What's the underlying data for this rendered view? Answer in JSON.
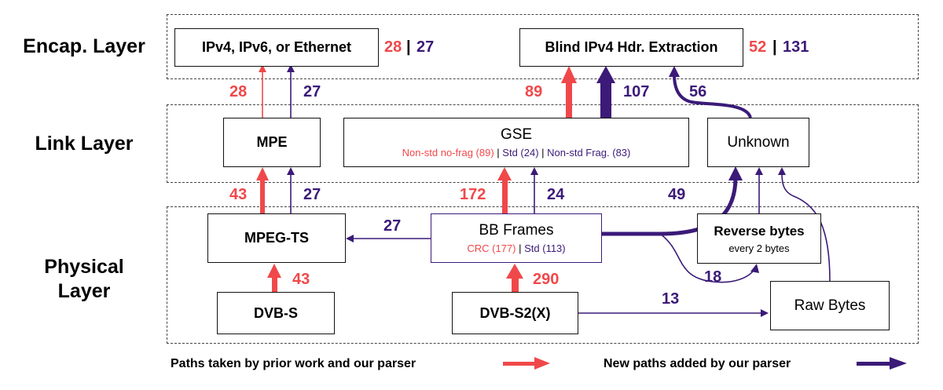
{
  "layers": {
    "encap": "Encap. Layer",
    "link": "Link Layer",
    "physical_line1": "Physical",
    "physical_line2": "Layer"
  },
  "boxes": {
    "ipv4_eth": "IPv4, IPv6, or Ethernet",
    "blind_ipv4": "Blind IPv4 Hdr. Extraction",
    "mpe": "MPE",
    "gse": "GSE",
    "gse_sub_red": "Non-std no-frag (89)",
    "gse_sub_sep1": " | ",
    "gse_sub_std": "Std (24)",
    "gse_sub_sep2": " | ",
    "gse_sub_frag": "Non-std Frag. (83)",
    "unknown": "Unknown",
    "mpeg_ts": "MPEG-TS",
    "bb_frames": "BB Frames",
    "bb_sub_red": "CRC (177)",
    "bb_sub_sep": " | ",
    "bb_sub_std": "Std (113)",
    "reverse_bytes": "Reverse bytes",
    "reverse_bytes_sub": "every 2 bytes",
    "dvb_s": "DVB-S",
    "dvb_s2x": "DVB-S2(X)",
    "raw_bytes": "Raw Bytes"
  },
  "counts": {
    "ipv4_red": "28",
    "ipv4_sep": "|",
    "ipv4_purple": "27",
    "blind_red": "52",
    "blind_sep": "|",
    "blind_purple": "131",
    "mpe_to_ipv4_red": "28",
    "mpe_to_ipv4_purple": "27",
    "gse_to_blind_red": "89",
    "gse_to_blind_purple": "107",
    "unknown_to_blind": "56",
    "mpegts_to_mpe_red": "43",
    "mpegts_to_mpe_purple": "27",
    "bb_to_gse_red": "172",
    "bb_to_gse_purple": "24",
    "bb_to_mpegts": "27",
    "bb_to_unknown": "49",
    "bb_to_reverse": "18",
    "dvbs_to_mpegts": "43",
    "dvbs2_to_bb": "290",
    "dvbs2_to_raw": "13"
  },
  "legend": {
    "prior": "Paths taken by prior work and our parser",
    "new": "New paths added by our parser"
  },
  "colors": {
    "prior_path": "#f0484a",
    "new_path": "#3b1a78"
  }
}
